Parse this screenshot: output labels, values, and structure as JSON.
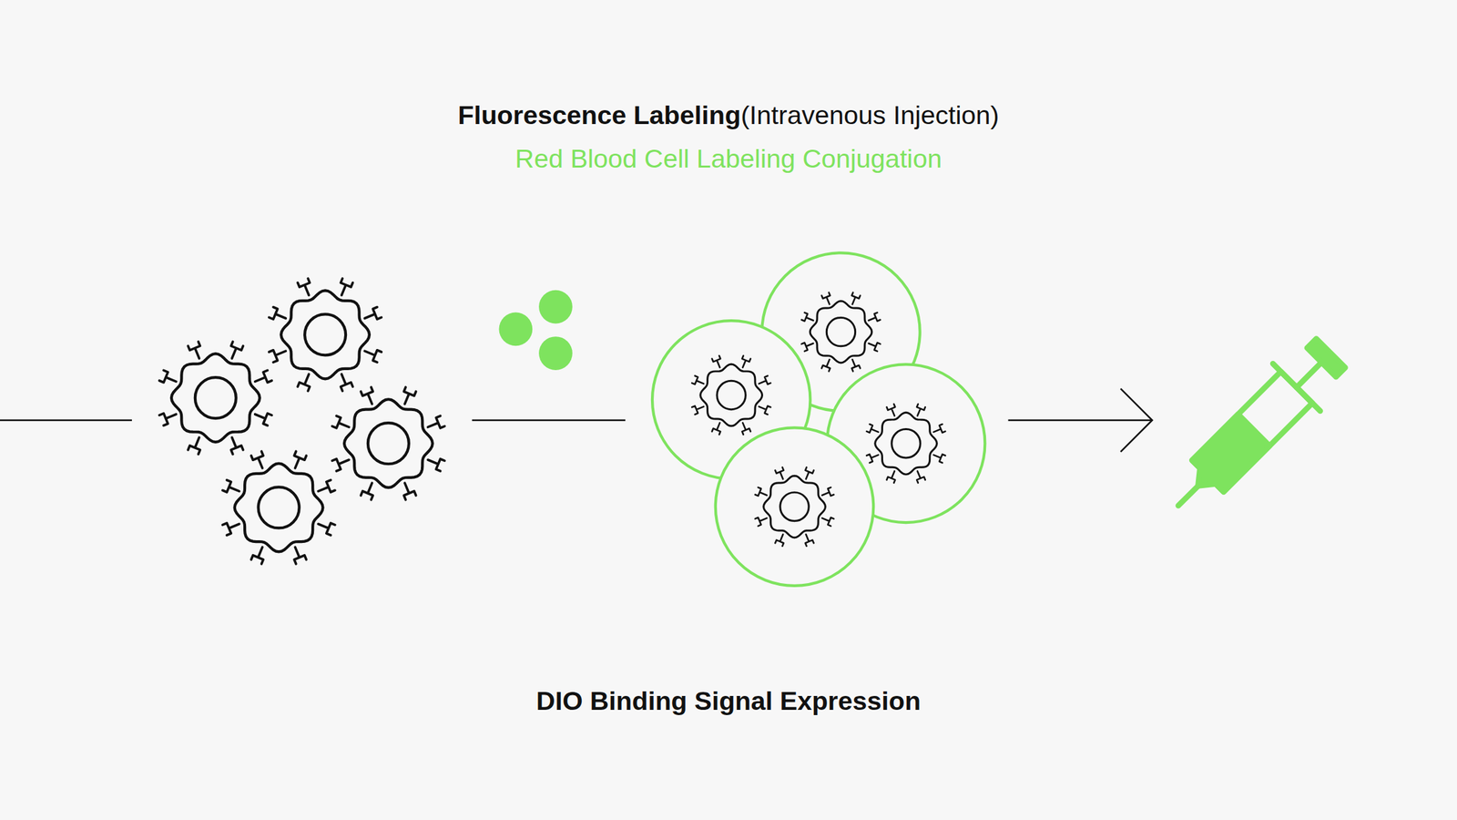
{
  "diagram": {
    "title": "Fluorescence Labeling",
    "caption": "DIO Binding Signal Expression",
    "labels": [
      "(Intravenous Injection)",
      "Red Blood Cell Labeling Conjugation"
    ]
  }
}
